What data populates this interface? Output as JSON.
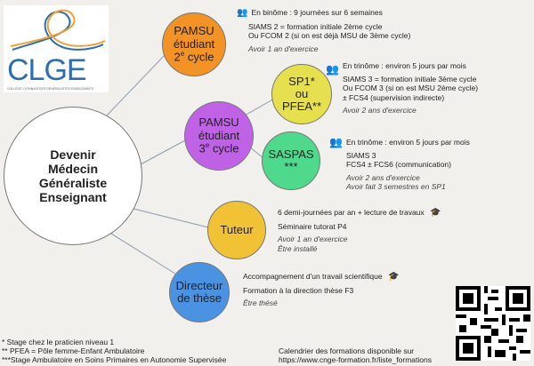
{
  "logo": {
    "text": "CLGE",
    "subtitle": "COLLÈGE LYONNAIS DES GÉNÉRALISTES ENSEIGNANTS",
    "colors": {
      "blue": "#2f6db0",
      "orange": "#f0a030"
    }
  },
  "center": {
    "lines": [
      "Devenir",
      "Médecin",
      "Généraliste",
      "Enseignant"
    ]
  },
  "nodes": {
    "pamsu2": {
      "l1": "PAMSU",
      "l2": "étudiant",
      "l3": "2",
      "sup": "e",
      "l3b": " cycle",
      "color": "#f39325"
    },
    "pamsu3": {
      "l1": "PAMSU",
      "l2": "étudiant",
      "l3": "3",
      "sup": "e",
      "l3b": " cycle",
      "color": "#c062e6"
    },
    "sp1": {
      "l1": "SP1*",
      "l2": "ou",
      "l3": "PFEA**",
      "color": "#e6df4e"
    },
    "saspas": {
      "l1": "SASPAS",
      "l2": "***",
      "color": "#4ed98c"
    },
    "tuteur": {
      "l1": "Tuteur",
      "color": "#f1c236"
    },
    "directeur": {
      "l1": "Directeur",
      "l2": "de thèse",
      "color": "#4a92e2"
    }
  },
  "blocks": {
    "pamsu2": {
      "icon": "group-icon",
      "head": "En binôme : 9 journées sur 6 semaines",
      "lines": [
        "SIAMS 2 = formation initiale 2ème cycle",
        "Ou FCOM 2 (si on est déjà MSU de 3ème cycle)"
      ],
      "req": [
        "Avoir 1 an d'exercice"
      ]
    },
    "sp1": {
      "icon": "group-icon",
      "head": "En trinôme : environ 5 jours par mois",
      "lines": [
        "SIAMS 3 = formation initiale 3ème cycle",
        "Ou FCOM 3 (si on est MSU 2ème cycle)",
        "± FCS4 (supervision indirecte)"
      ],
      "req": [
        "Avoir 2 ans d'exercice"
      ]
    },
    "saspas": {
      "icon": "group-icon",
      "head": "En trinôme : environ 5 jours par mois",
      "lines": [
        "SIAMS 3",
        "FCS4 ± FCS6 (communication)"
      ],
      "req": [
        "Avoir 2 ans d'exercice",
        "Avoir fait 3 semestres en SP1"
      ]
    },
    "tuteur": {
      "icon": "graduation-cap-icon",
      "head": "6 demi-journées par an + lecture de travaux",
      "lines": [
        "Séminaire tutorat P4"
      ],
      "req": [
        "Avoir 1 an d'exercice",
        "Être installé"
      ]
    },
    "directeur": {
      "icon": "graduation-cap-icon",
      "head": "Accompagnement d'un travail scientifique",
      "lines": [
        "Formation à la direction thèse F3"
      ],
      "req": [
        "Être thésé"
      ]
    }
  },
  "footnotes": [
    "* Stage chez le praticien niveau 1",
    "** PFEA = Pôle femme-Enfant Ambulatoire",
    "***Stage Ambulatoire en Soins Primaires en Autonomie Supervisée"
  ],
  "calendar": {
    "line1": "Calendrier des formations disponible sur",
    "line2": "https://www.cnge-formation.fr/liste_formations"
  }
}
